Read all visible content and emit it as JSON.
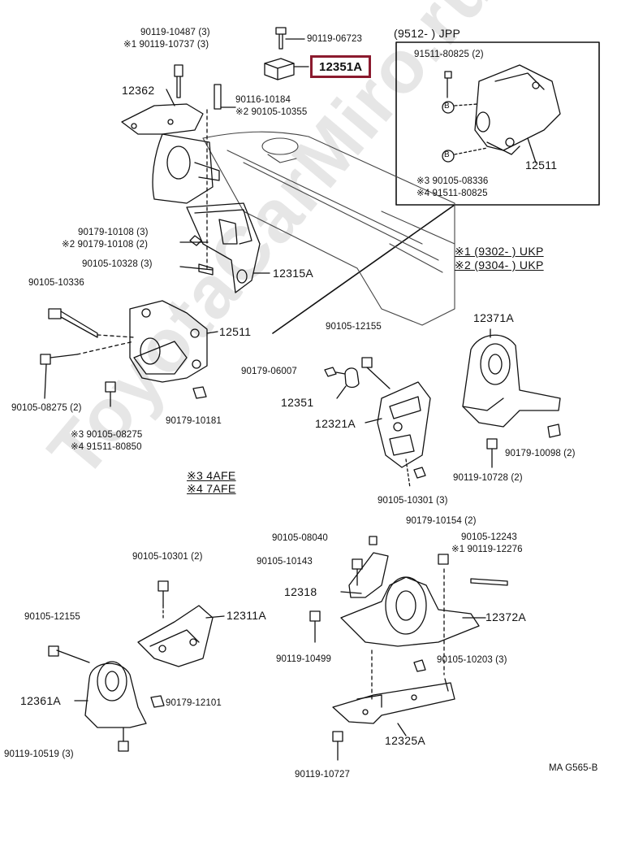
{
  "diagram_code": "MA G565-B",
  "watermark_text": "ToyotaCarMiro.ru",
  "highlight_color": "#8b1a2e",
  "inset": {
    "title": "(9512-        ) JPP",
    "bolt_b": "B"
  },
  "legend": {
    "ukp1": "※1  (9302-         ) UKP",
    "ukp2": "※2  (9304-         ) UKP",
    "eng3": "※3  4AFE",
    "eng4": "※4  7AFE"
  },
  "labels": {
    "l1": "90119-10487 (3)",
    "l2": "※1 90119-10737 (3)",
    "l3": "90119-06723",
    "l4": "12351A",
    "l5": "12362",
    "l6": "90116-10184",
    "l7": "※2 90105-10355",
    "l8": "91511-80825 (2)",
    "l9": "12511",
    "l10": "※3 90105-08336",
    "l11": "※4 91511-80825",
    "l12": "90179-10108 (3)",
    "l13": "※2 90179-10108 (2)",
    "l14": "90105-10328 (3)",
    "l15": "12315A",
    "l16": "90105-10336",
    "l17": "12511",
    "l18": "90105-08275 (2)",
    "l19": "90179-10181",
    "l20": "※3 90105-08275",
    "l21": "※4 91511-80850",
    "l22": "90105-12155",
    "l23": "90179-06007",
    "l24": "12351",
    "l25": "12321A",
    "l26": "90105-10301 (3)",
    "l27": "12371A",
    "l28": "90179-10098 (2)",
    "l29": "90119-10728 (2)",
    "l30": "90105-08040",
    "l31": "90105-10143",
    "l32": "12318",
    "l33": "90179-10154 (2)",
    "l34": "90105-12243",
    "l35": "※1 90119-12276",
    "l36": "12372A",
    "l37": "90119-10499",
    "l38": "90105-10203 (3)",
    "l39": "12325A",
    "l40": "90119-10727",
    "l41": "90105-10301 (2)",
    "l42": "12311A",
    "l43": "90105-12155",
    "l44": "12361A",
    "l45": "90179-12101",
    "l46": "90119-10519 (3)"
  }
}
